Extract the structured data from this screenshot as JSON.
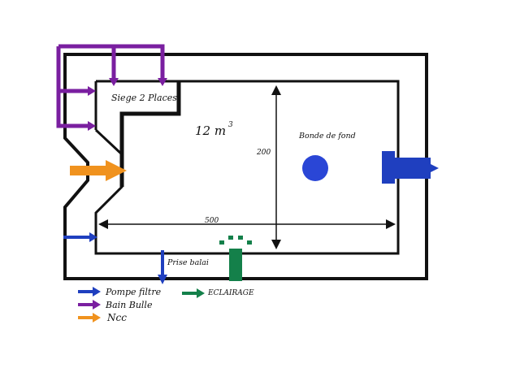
{
  "labels": {
    "seat": "Siege 2 Places",
    "volume": "12 m",
    "volume_exp": "3",
    "drain": "Bonde de fond",
    "depth": "200",
    "length": "500",
    "skimmer": "Prise balai"
  },
  "legend": [
    {
      "label": "Pompe filtre",
      "color": "#1f3fbf"
    },
    {
      "label": "Bain Bulle",
      "color": "#7a1fa0"
    },
    {
      "label": "Ncc",
      "color": "#f0921e"
    },
    {
      "label": "ECLAIRAGE",
      "color": "#14804a"
    }
  ],
  "colors": {
    "outline": "#111111",
    "pump": "#1f3fbf",
    "bubble": "#7a1fa0",
    "ncc": "#f0921e",
    "light": "#14804a"
  }
}
